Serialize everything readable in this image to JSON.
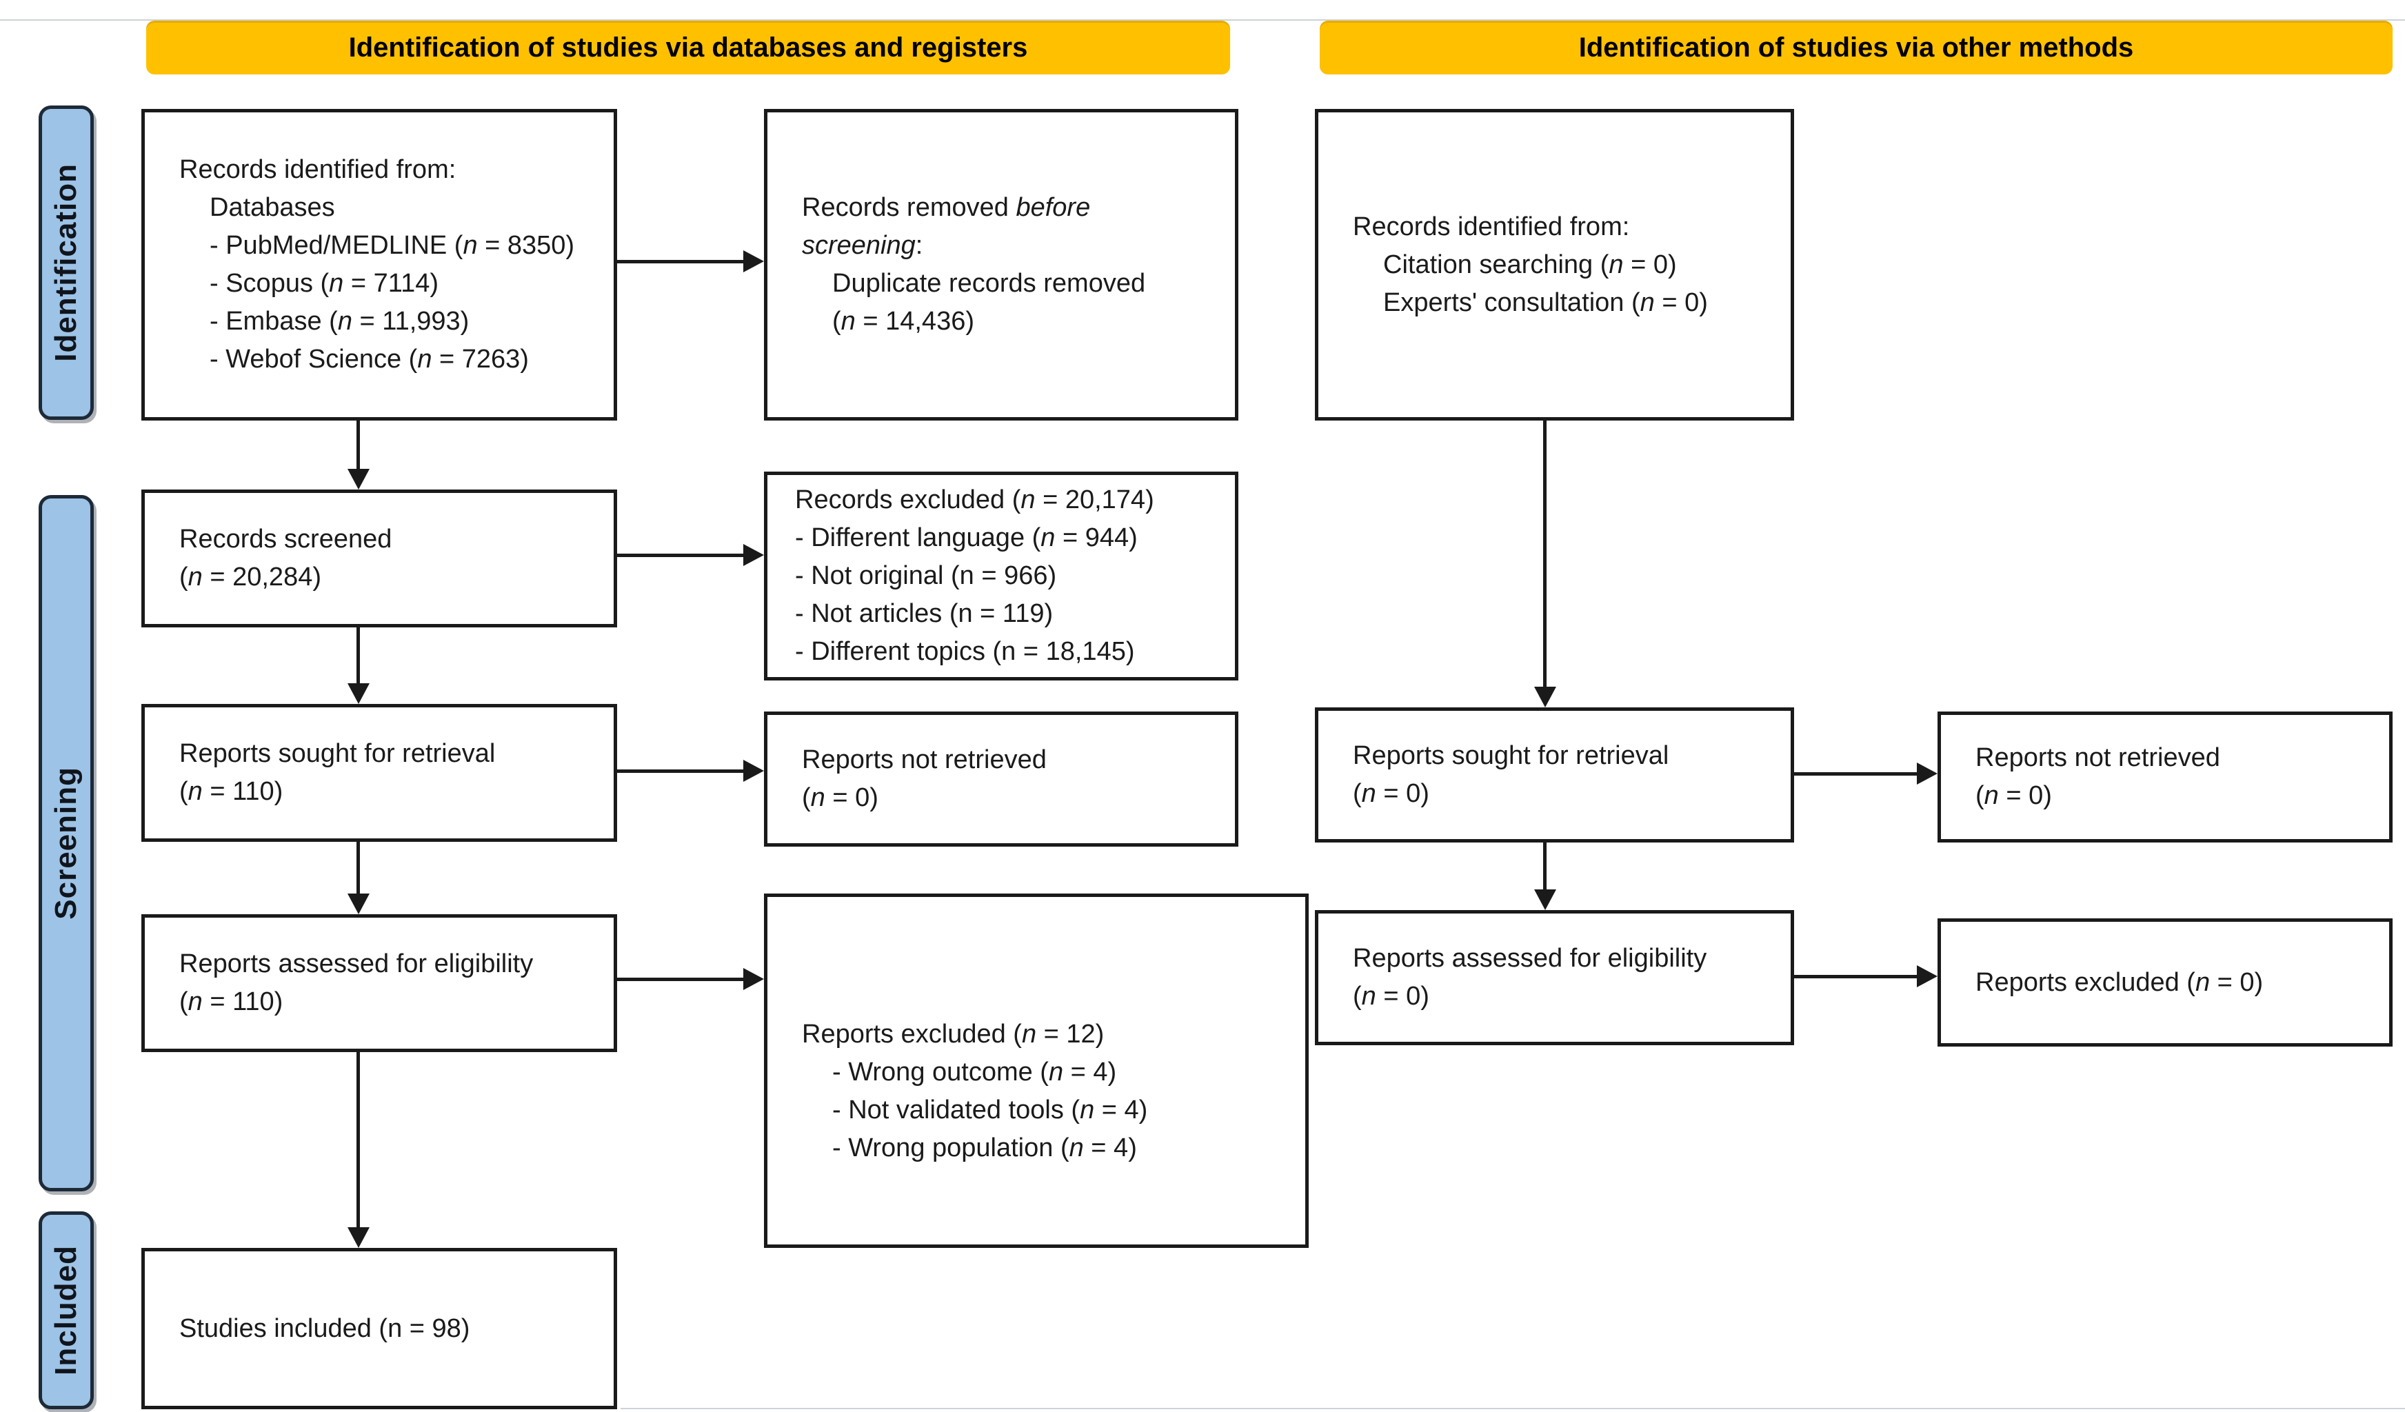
{
  "colors": {
    "banner_bg": "#FFC000",
    "label_bg": "#9DC3E6",
    "label_border": "#1d2a38",
    "line_color": "#1a1a1a"
  },
  "banners": {
    "databases": "Identification of studies via databases and registers",
    "other": "Identification of studies via other methods"
  },
  "side_labels": {
    "identification": "Identification",
    "screening": "Screening",
    "included": "Included"
  },
  "boxes": {
    "records_identified_databases": {
      "lines": [
        {
          "t": "Records identified from:",
          "i": 0
        },
        {
          "t": "Databases",
          "i": 1
        },
        {
          "t": "- PubMed/MEDLINE (*n* = 8350)",
          "i": 1
        },
        {
          "t": "- Scopus (*n* = 7114)",
          "i": 1
        },
        {
          "t": "- Embase (*n* = 11,993)",
          "i": 1
        },
        {
          "t": "- Webof Science (*n* = 7263)",
          "i": 1
        }
      ]
    },
    "records_removed": {
      "lines": [
        {
          "t": "Records removed *before*",
          "i": 0
        },
        {
          "t": "*screening*:",
          "i": 0
        },
        {
          "t": "Duplicate records removed",
          "i": 1
        },
        {
          "t": "(*n* = 14,436)",
          "i": 1
        }
      ]
    },
    "records_identified_other": {
      "lines": [
        {
          "t": "Records identified from:",
          "i": 0
        },
        {
          "t": "Citation searching (*n* = 0)",
          "i": 1
        },
        {
          "t": "Experts' consultation (*n* = 0)",
          "i": 1
        }
      ]
    },
    "records_screened": {
      "lines": [
        {
          "t": "Records screened",
          "i": 0
        },
        {
          "t": "(*n* = 20,284)",
          "i": 0
        }
      ]
    },
    "records_excluded": {
      "lines": [
        {
          "t": "Records excluded (*n* = 20,174)",
          "i": 0
        },
        {
          "t": "- Different language (*n* = 944)",
          "i": 0
        },
        {
          "t": "- Not original (n = 966)",
          "i": 0
        },
        {
          "t": "- Not articles (n = 119)",
          "i": 0
        },
        {
          "t": "- Different topics (n = 18,145)",
          "i": 0
        }
      ]
    },
    "reports_sought_left": {
      "lines": [
        {
          "t": "Reports sought for retrieval",
          "i": 0
        },
        {
          "t": "(*n* = 110)",
          "i": 0
        }
      ]
    },
    "reports_not_retrieved_left": {
      "lines": [
        {
          "t": "Reports not retrieved",
          "i": 0
        },
        {
          "t": "(*n* = 0)",
          "i": 0
        }
      ]
    },
    "reports_sought_right": {
      "lines": [
        {
          "t": "Reports sought for retrieval",
          "i": 0
        },
        {
          "t": "(*n* = 0)",
          "i": 0
        }
      ]
    },
    "reports_not_retrieved_right": {
      "lines": [
        {
          "t": "Reports not retrieved",
          "i": 0
        },
        {
          "t": "(*n* = 0)",
          "i": 0
        }
      ]
    },
    "reports_assessed_left": {
      "lines": [
        {
          "t": "Reports assessed for eligibility",
          "i": 0
        },
        {
          "t": "(*n* = 110)",
          "i": 0
        }
      ]
    },
    "reports_excluded_12": {
      "lines": [
        {
          "t": "Reports excluded (*n* = 12)",
          "i": 0
        },
        {
          "t": "- Wrong outcome (*n* = 4)",
          "i": 1
        },
        {
          "t": "- Not validated tools (*n* = 4)",
          "i": 1
        },
        {
          "t": "- Wrong population (*n* = 4)",
          "i": 1
        }
      ]
    },
    "reports_assessed_right": {
      "lines": [
        {
          "t": "Reports assessed for eligibility",
          "i": 0
        },
        {
          "t": "(*n* = 0)",
          "i": 0
        }
      ]
    },
    "reports_excluded_0": {
      "lines": [
        {
          "t": "Reports excluded (*n* = 0)",
          "i": 0
        }
      ]
    },
    "studies_included": {
      "lines": [
        {
          "t": "Studies included (n = 98)",
          "i": 0
        }
      ]
    }
  }
}
